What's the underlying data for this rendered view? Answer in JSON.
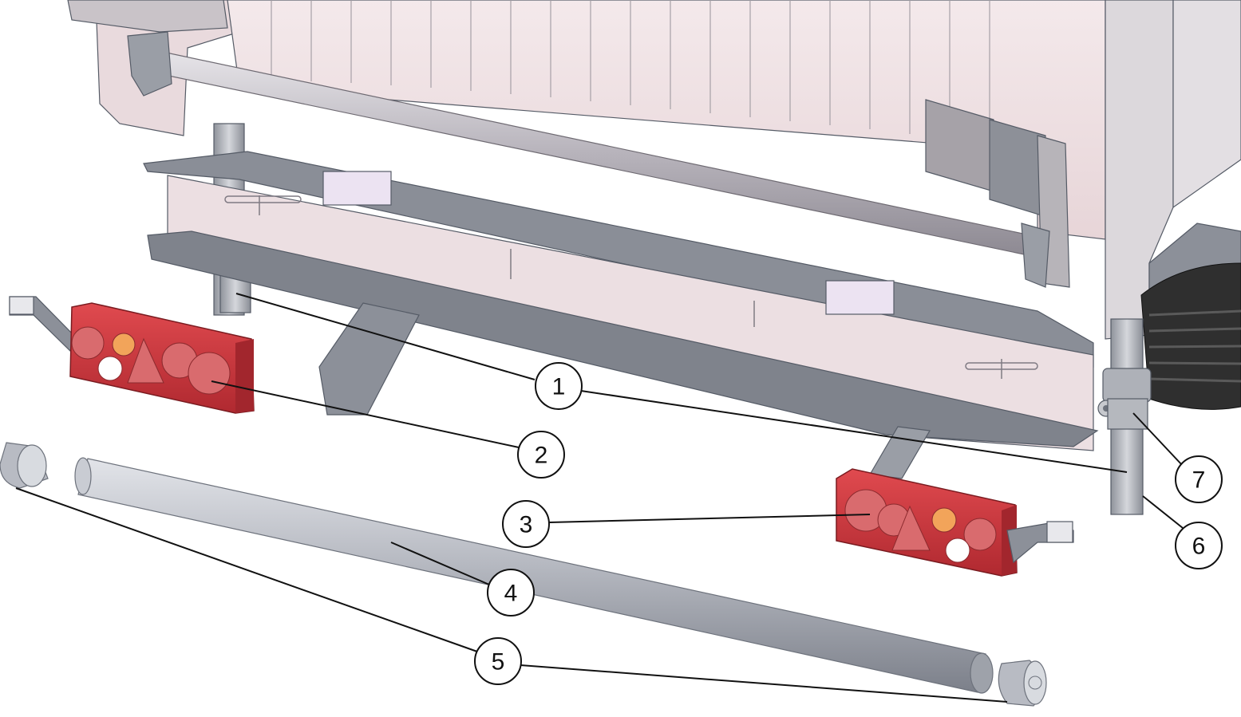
{
  "callouts": [
    {
      "number": "1"
    },
    {
      "number": "2"
    },
    {
      "number": "3"
    },
    {
      "number": "4"
    },
    {
      "number": "5"
    },
    {
      "number": "6"
    },
    {
      "number": "7"
    }
  ],
  "colors": {
    "body_panel": "#eddcdf",
    "steel": "#9a9ea6",
    "steel_dark": "#6d727c",
    "lamp_red": "#c8323a",
    "lamp_lens": "#d96b6e",
    "lamp_amber": "#f2a45a",
    "tire": "#3a3a3a",
    "line": "#111111"
  }
}
